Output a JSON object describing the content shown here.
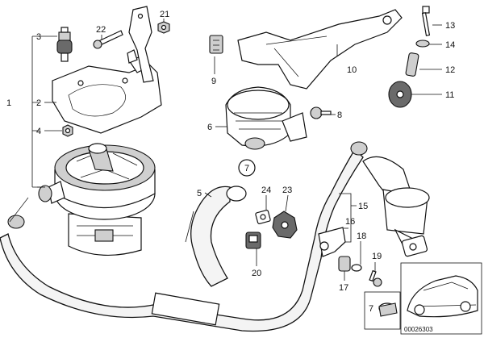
{
  "diagram": {
    "callouts": {
      "c1": "1",
      "c2": "2",
      "c3": "3",
      "c4": "4",
      "c5": "5",
      "c6": "6",
      "c7": "7",
      "c8": "8",
      "c9": "9",
      "c10": "10",
      "c11": "11",
      "c12": "12",
      "c13": "13",
      "c14": "14",
      "c15": "15",
      "c16": "16",
      "c17": "17",
      "c18": "18",
      "c19": "19",
      "c20": "20",
      "c21": "21",
      "c22": "22",
      "c23": "23",
      "c24": "24",
      "c7_inset": "7"
    },
    "image_id": "00026303"
  }
}
